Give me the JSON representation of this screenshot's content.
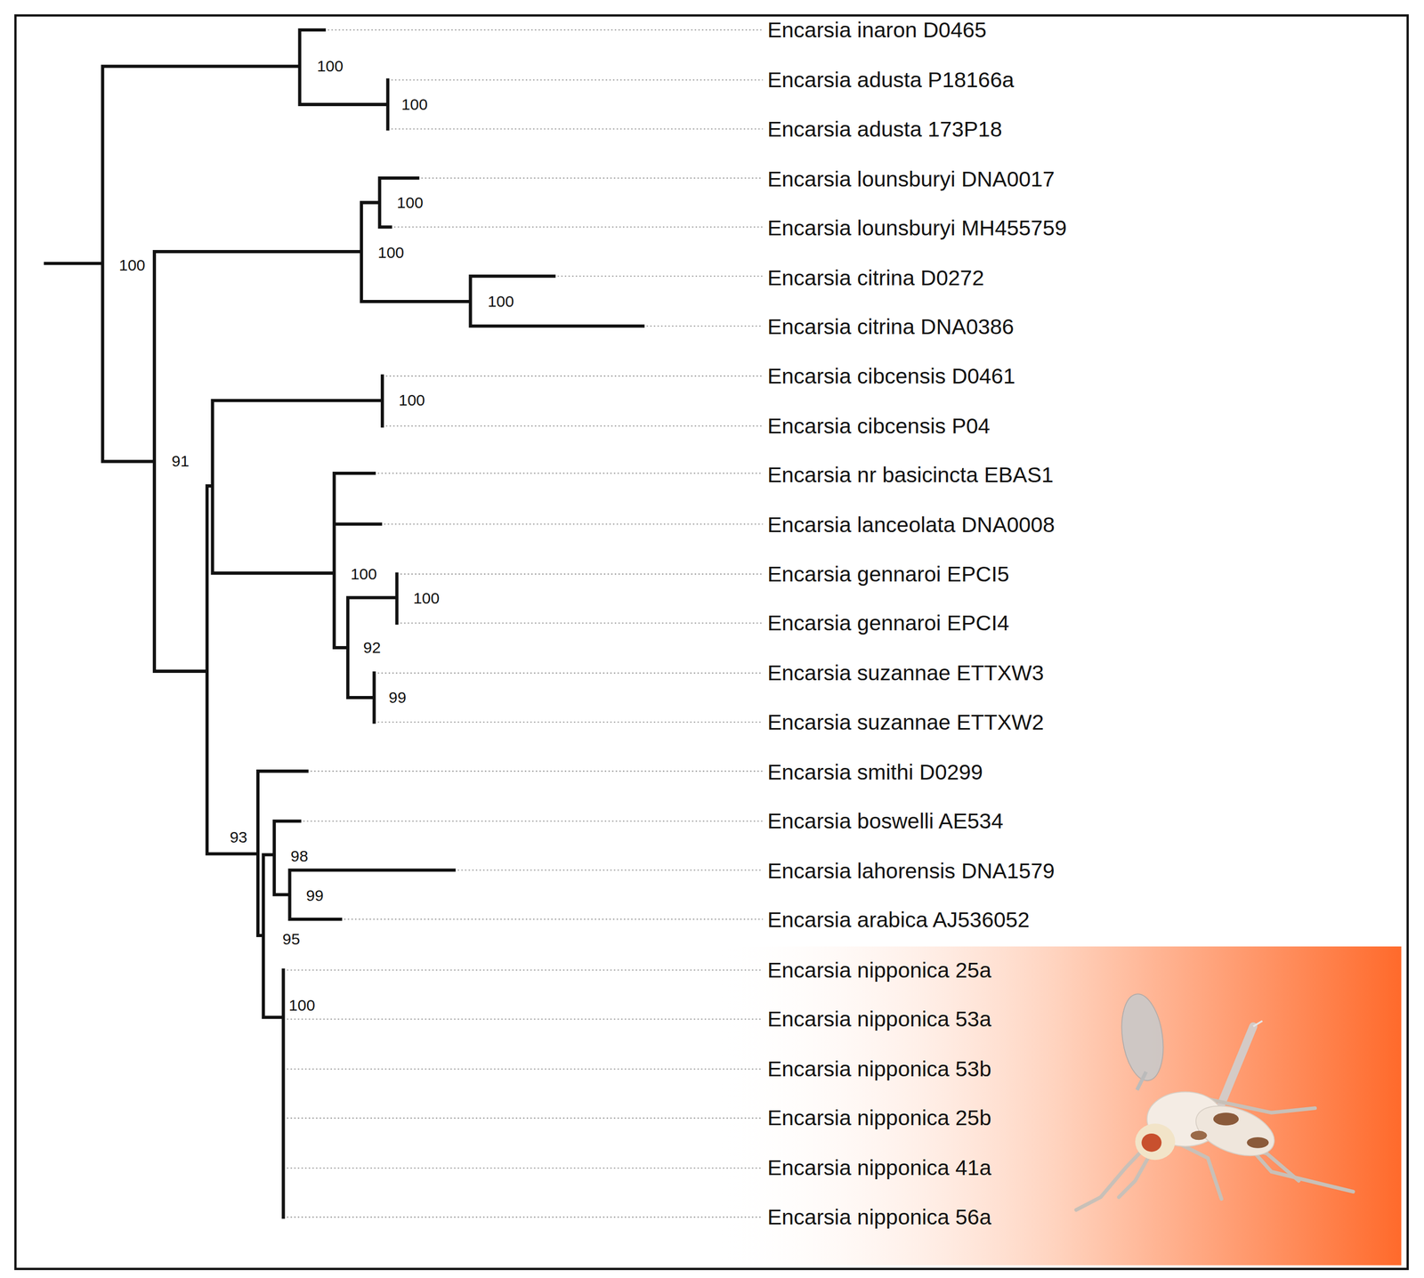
{
  "diagram": {
    "labels": [
      "Encarsia inaron D0465",
      "100",
      "Encarsia adusta P18166a",
      "100",
      "Encarsia adusta 173P18",
      "Encarsia lounsburyi DNA0017",
      "100",
      "Encarsia lounsburyi MH455759",
      "100",
      "100",
      "Encarsia citrina D0272",
      "100",
      "Encarsia citrina DNA0386",
      "Encarsia cibcensis D0461",
      "100",
      "Encarsia cibcensis P04",
      "91",
      "Encarsia nr basicincta EBAS1",
      "Encarsia lanceolata DNA0008",
      "100",
      "Encarsia gennaroi EPCI5",
      "100",
      "Encarsia gennaroi EPCI4",
      "92",
      "Encarsia suzannae ETTXW3",
      "99",
      "Encarsia suzannae ETTXW2",
      "Encarsia smithi D0299",
      "Encarsia boswelli AE534",
      "93",
      "98",
      "Encarsia lahorensis DNA1579",
      "99",
      "Encarsia arabica AJ536052",
      "95",
      "Encarsia nipponica 25a",
      "100",
      "Encarsia nipponica 53a",
      "Encarsia nipponica 53b",
      "Encarsia nipponica 25b",
      "Encarsia nipponica 41a",
      "Encarsia nipponica 56a"
    ]
  }
}
